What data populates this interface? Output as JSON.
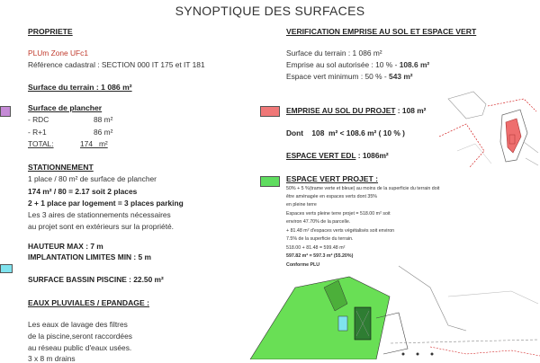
{
  "title": "SYNOPTIQUE DES SURFACES",
  "left": {
    "propriete_heading": "PROPRIETE",
    "zone": "PLUm Zone UFc1",
    "reference": "Référence cadastral : SECTION 000 IT 175 et IT 181",
    "surface_terrain": "Surface du terrain : 1 086 m²",
    "plancher_heading": "Surface de plancher",
    "plancher_rows": [
      {
        "label": "- RDC",
        "value": "88 m²"
      },
      {
        "label": "- R+1",
        "value": "86 m²"
      },
      {
        "label": "TOTAL:",
        "value": "174   m²"
      }
    ],
    "stationnement_heading": "STATIONNEMENT",
    "stationnement_lines": [
      "1 place / 80 m² de surface de plancher",
      "174 m² / 80 = 2.17 soit 2 places",
      "2 + 1 place par logement = 3 places parking",
      "Les 3 aires de stationnements nécessaires",
      "au projet sont en extérieurs sur la propriété."
    ],
    "hauteur": "HAUTEUR MAX : 7 m",
    "implantation": "IMPLANTATION LIMITES MIN : 5 m",
    "piscine": "SURFACE BASSIN PISCINE : 22.50 m²",
    "eaux_heading": "EAUX PLUVIALES / EPANDAGE :",
    "eaux_lines": [
      "Les eaux de lavage des filtres",
      "de la piscine,seront raccordées",
      "au réseau public d'eaux usées.",
      "3 x 8 m drains"
    ]
  },
  "right": {
    "verif_heading": "VERIFICATION EMPRISE AU SOL ET ESPACE VERT",
    "verif_surface": "Surface du terrain : 1 086 m²",
    "verif_emprise_a": "Emprise au sol autorisée : 10 % - ",
    "verif_emprise_b": "108.6 m²",
    "verif_vert_a": "Espace vert minimum : 50 % - ",
    "verif_vert_b": "543 m²",
    "emprise_heading": "EMPRISE AU SOL DU PROJET",
    "emprise_value": ": 108 m²",
    "dont": "Dont    108  m² < 108.6 m² ( 10 % )",
    "edl_heading": "ESPACE VERT EDL",
    "edl_value": ": 1086m²",
    "projet_heading": "ESPACE VERT PROJET :",
    "projet_lines": [
      "50% + 5 %(trame verte et bleue) au moins de la superficie du terrain doit",
      "être aménagée en espaces verts dont 35%",
      "en pleine terre",
      "Espaces verts pleine terre projet = 518.00 m² soit",
      "environ 47.70% de la parcelle.",
      "+ 81.48 m² d'espaces verts végétalisés soit environ",
      "7.5% de la superficie du terrain.",
      "518.00 + 81.48 = 599.48 m²"
    ],
    "projet_result": "597.82 m² = 597.3 m² (55.20%)",
    "conforme": "Conforme PLU"
  },
  "colors": {
    "plancher_swatch": "#c58ad6",
    "piscine_swatch": "#7fe3ee",
    "emprise_swatch": "#f07878",
    "vert_swatch": "#5fdc5f"
  }
}
